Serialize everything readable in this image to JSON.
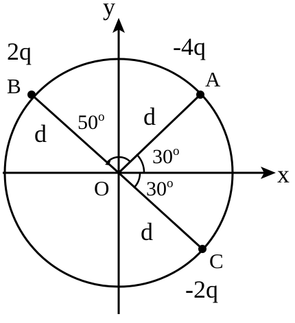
{
  "axes": {
    "x_label": "x",
    "y_label": "y",
    "origin_label": "O"
  },
  "charges": [
    {
      "point": "A",
      "charge": "-4q"
    },
    {
      "point": "B",
      "charge": "2q"
    },
    {
      "point": "C",
      "charge": "-2q"
    }
  ],
  "distance_label": "d",
  "angles": [
    {
      "value": "50",
      "unit": "o"
    },
    {
      "value": "30",
      "unit": "o"
    },
    {
      "value": "30",
      "unit": "o"
    }
  ]
}
